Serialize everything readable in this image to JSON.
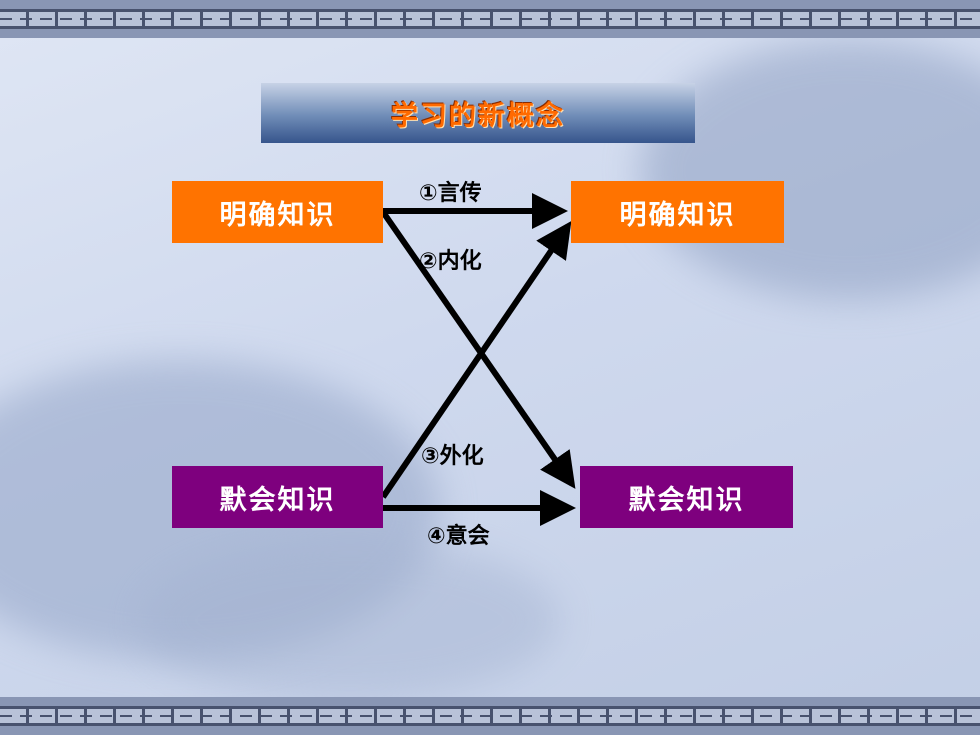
{
  "title": "学习的新概念",
  "nodes": {
    "top_left": "明确知识",
    "top_right": "明确知识",
    "bottom_left": "默会知识",
    "bottom_right": "默会知识"
  },
  "edges": [
    {
      "label": "①言传",
      "from": "top_left",
      "to": "top_right"
    },
    {
      "label": "②内化",
      "from": "top_left",
      "to": "bottom_right"
    },
    {
      "label": "③外化",
      "from": "bottom_left",
      "to": "top_right"
    },
    {
      "label": "④意会",
      "from": "bottom_left",
      "to": "bottom_right"
    }
  ],
  "colors": {
    "explicit_box": "#ff7300",
    "tacit_box": "#7e007e",
    "title_text": "#ff6a00",
    "arrow": "#000000"
  }
}
